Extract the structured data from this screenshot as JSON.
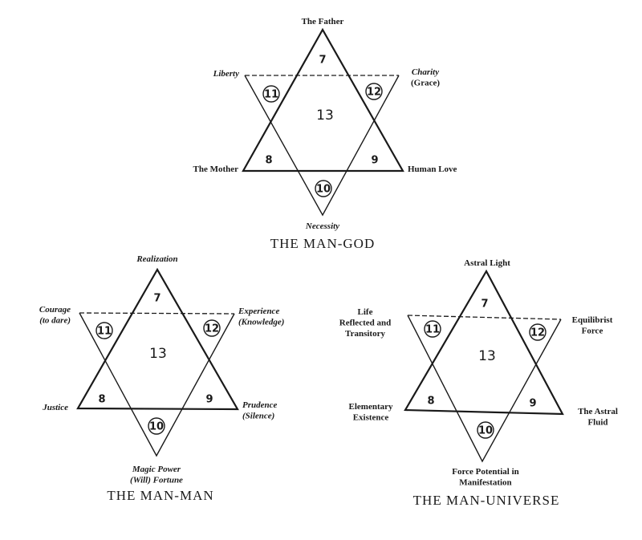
{
  "stars": [
    {
      "title": "THE MAN-GOD",
      "numbers": {
        "top": "7",
        "upper_left": "11",
        "upper_right": "12",
        "center": "13",
        "lower_left": "8",
        "lower_right": "9",
        "bottom": "10"
      },
      "labels": {
        "top": "The Father",
        "upper_left": [
          "Liberty"
        ],
        "upper_right": [
          "Charity",
          "(Grace)"
        ],
        "lower_left": [
          "The Mother"
        ],
        "lower_right": [
          "Human Love"
        ],
        "bottom": [
          "Necessity"
        ]
      }
    },
    {
      "title": "THE MAN-MAN",
      "numbers": {
        "top": "7",
        "upper_left": "11",
        "upper_right": "12",
        "center": "13",
        "lower_left": "8",
        "lower_right": "9",
        "bottom": "10"
      },
      "labels": {
        "top": "Realization",
        "upper_left": [
          "Courage",
          "(to dare)"
        ],
        "upper_right": [
          "Experience",
          "(Knowledge)"
        ],
        "lower_left": [
          "Justice"
        ],
        "lower_right": [
          "Prudence",
          "(Silence)"
        ],
        "bottom": [
          "Magic Power",
          "(Will) Fortune"
        ]
      }
    },
    {
      "title": "THE MAN-UNIVERSE",
      "numbers": {
        "top": "7",
        "upper_left": "11",
        "upper_right": "12",
        "center": "13",
        "lower_left": "8",
        "lower_right": "9",
        "bottom": "10"
      },
      "labels": {
        "top": "Astral Light",
        "upper_left": [
          "Life",
          "Reflected and",
          "Transitory"
        ],
        "upper_right": [
          "Equilibrist",
          "Force"
        ],
        "lower_left": [
          "Elementary",
          "Existence"
        ],
        "lower_right": [
          "The Astral",
          "Fluid"
        ],
        "bottom": [
          "Force Potential in",
          "Manifestation"
        ]
      }
    }
  ]
}
